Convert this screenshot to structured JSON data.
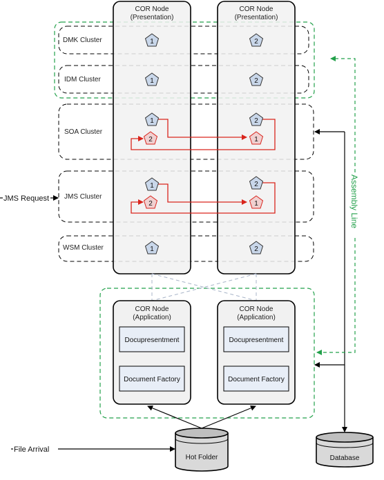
{
  "presentation_nodes": [
    {
      "title_line1": "COR Node",
      "title_line2": "(Presentation)"
    },
    {
      "title_line1": "COR Node",
      "title_line2": "(Presentation)"
    }
  ],
  "clusters": [
    {
      "label": "DMK Cluster",
      "left_marker": "1",
      "right_marker": "2"
    },
    {
      "label": "IDM Cluster",
      "left_marker": "1",
      "right_marker": "2"
    },
    {
      "label": "SOA Cluster",
      "left_marker": "1",
      "right_marker": "2",
      "left_red_marker": "2",
      "right_red_marker": "1"
    },
    {
      "label": "JMS Cluster",
      "left_marker": "1",
      "right_marker": "2",
      "left_red_marker": "2",
      "right_red_marker": "1"
    },
    {
      "label": "WSM Cluster",
      "left_marker": "1",
      "right_marker": "2"
    }
  ],
  "application_nodes": [
    {
      "title_line1": "COR Node",
      "title_line2": "(Application)",
      "box1": "Docupresentment",
      "box2": "Document Factory"
    },
    {
      "title_line1": "COR Node",
      "title_line2": "(Application)",
      "box1": "Docupresentment",
      "box2": "Document Factory"
    }
  ],
  "labels": {
    "jms_request": "JMS Request",
    "file_arrival": "File Arrival",
    "hot_folder": "Hot Folder",
    "database": "Database",
    "assembly_line": "Assembly Line"
  },
  "colors": {
    "marker_blue_fill": "#c9d7ea",
    "marker_red_fill": "#f0d0d0",
    "red_line": "#d9241c",
    "green_dash": "#22a04a",
    "node_fill": "#f1f1f1",
    "inner_box_fill": "#e8eef7"
  }
}
